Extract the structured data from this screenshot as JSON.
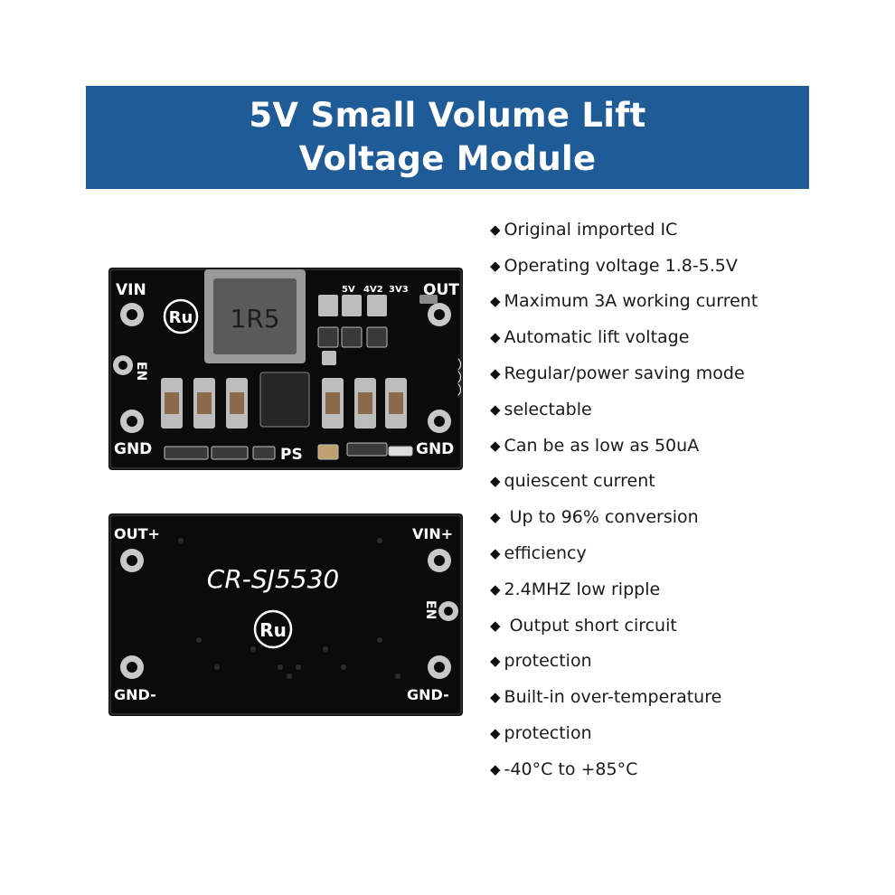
{
  "banner": {
    "line1": "5V Small Volume Lift",
    "line2": "Voltage Module",
    "color": "#1f5b96"
  },
  "features": [
    "Original imported IC",
    "Operating voltage 1.8-5.5V",
    "Maximum 3A working current",
    "Automatic lift voltage",
    "Regular/power saving mode",
    "selectable",
    "Can be as low as 50uA",
    "quiescent current",
    " Up to 96% conversion",
    "efficiency",
    "2.4MHZ low ripple",
    " Output short circuit",
    "protection",
    "Built-in over-temperature",
    "protection",
    "-40°C to +85°C"
  ],
  "bullet_glyph": "◆",
  "board_top": {
    "vin": "VIN",
    "out": "OUT",
    "en": "EN",
    "gnd_left": "GND",
    "gnd_right": "GND",
    "ps": "PS",
    "inductor": "1R5",
    "logo": "Ru",
    "v5": "5V",
    "v4": "4V2",
    "v3": "3V3"
  },
  "board_bottom": {
    "out_plus": "OUT+",
    "vin_plus": "VIN+",
    "en": "EN",
    "gnd_left": "GND-",
    "gnd_right": "GND-",
    "model": "CR-SJ5530",
    "logo": "Ru"
  }
}
